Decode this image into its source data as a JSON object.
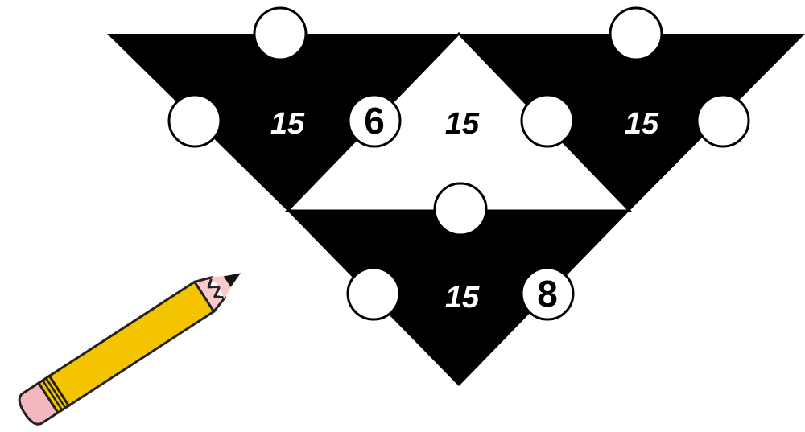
{
  "puzzle": {
    "triangles": [
      {
        "id": "top-left",
        "sum": "15",
        "color": "#000000"
      },
      {
        "id": "center",
        "sum": "15",
        "color": "#ffffff"
      },
      {
        "id": "top-right",
        "sum": "15",
        "color": "#000000"
      },
      {
        "id": "bottom",
        "sum": "15",
        "color": "#000000"
      }
    ],
    "circles": [
      {
        "id": "top-left-top",
        "value": ""
      },
      {
        "id": "top-left-left",
        "value": ""
      },
      {
        "id": "center-left",
        "value": "6"
      },
      {
        "id": "top-right-top",
        "value": ""
      },
      {
        "id": "center-right",
        "value": ""
      },
      {
        "id": "top-right-right",
        "value": ""
      },
      {
        "id": "center-bottom",
        "value": ""
      },
      {
        "id": "bottom-left",
        "value": ""
      },
      {
        "id": "bottom-right",
        "value": "8"
      }
    ]
  },
  "decorations": {
    "pencil_icon": "pencil-icon",
    "pencil_color": "#f5c400",
    "eraser_color": "#f4b6bf",
    "tip_color": "#f7c9c9"
  }
}
